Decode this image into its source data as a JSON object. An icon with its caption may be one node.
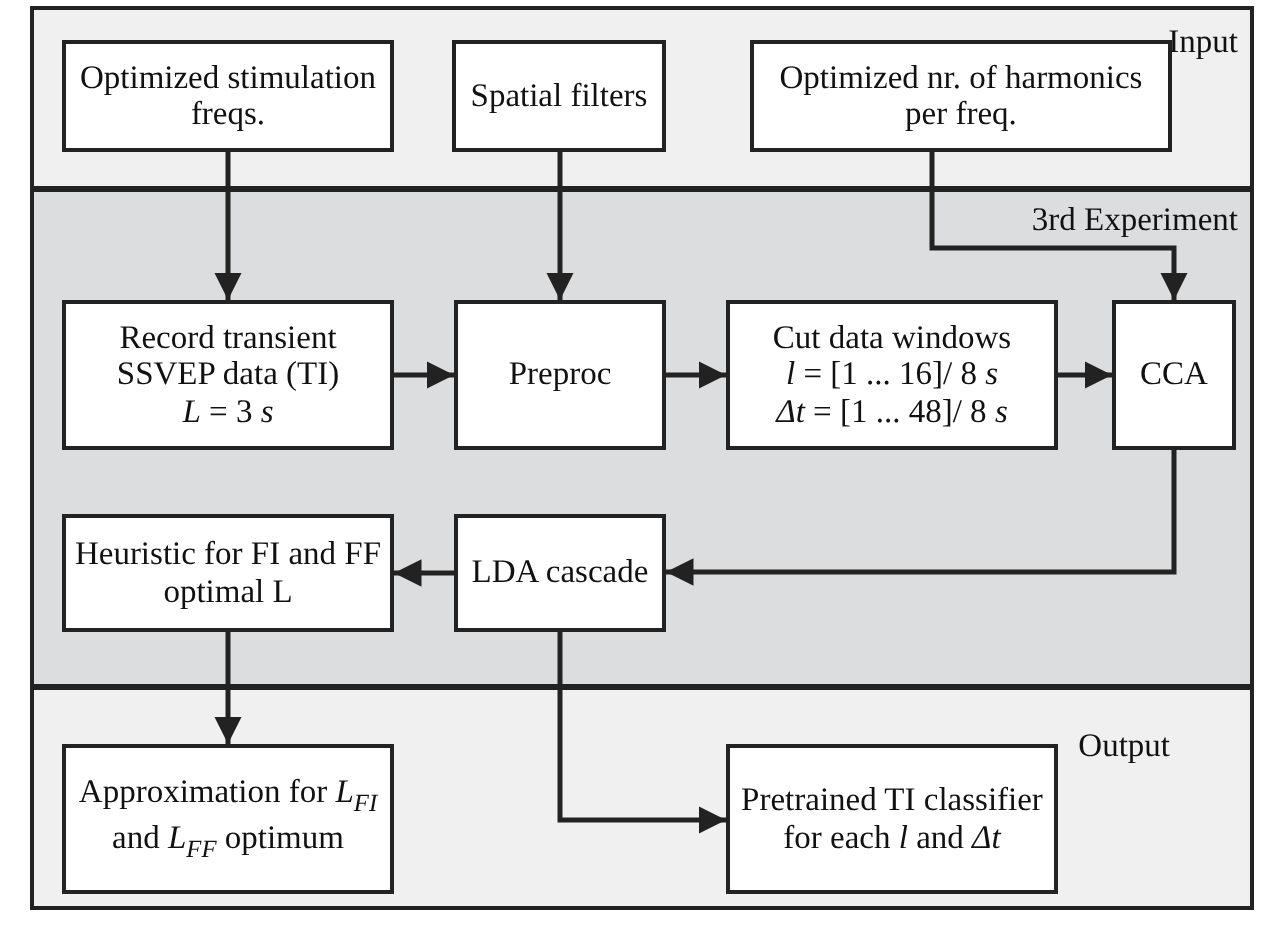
{
  "diagram": {
    "nodes": [
      {
        "text": [
          "Input"
        ]
      },
      {
        "text": [
          "Optimized stimulation freqs."
        ],
        "in": 0
      },
      {
        "text": [
          "Spatial filters"
        ],
        "in": 0
      },
      {
        "text": [
          "Optimized nr. of harmonics per freq."
        ],
        "in": 0
      },
      {
        "text": [
          "3rd Experiment"
        ]
      },
      {
        "text": [
          "Record transient SSVEP data (TI)",
          "*L* =  3 *s*"
        ],
        "in": 4
      },
      {
        "text": [
          "Preproc"
        ],
        "in": 4
      },
      {
        "text": [
          "Cut data windows",
          "*l* =  [1 ... 16]/ 8 *s*",
          "*Δt* =  [1 ... 48]/ 8 *s*"
        ],
        "in": 4
      },
      {
        "text": [
          "CCA"
        ],
        "in": 4
      },
      {
        "text": [
          "Heuristic for FI and FF optimal L"
        ],
        "in": 4
      },
      {
        "text": [
          "LDA cascade"
        ],
        "in": 4
      },
      {
        "text": [
          "Output"
        ]
      },
      {
        "text": [
          "Approximation for *L*$_{FI}$ and *L*$_{FF}$ optimum"
        ],
        "in": 11
      },
      {
        "text": [
          "Pretrained TI classifier for each *l* and *Δt*"
        ],
        "in": 11
      }
    ],
    "edges": [
      {
        "from": 1,
        "to": 5,
        "arrow": "to"
      },
      {
        "from": 2,
        "to": 6,
        "arrow": "to"
      },
      {
        "from": 3,
        "to": 8,
        "arrow": "to"
      },
      {
        "from": 5,
        "to": 6,
        "arrow": "to"
      },
      {
        "from": 6,
        "to": 7,
        "arrow": "to"
      },
      {
        "from": 7,
        "to": 8,
        "arrow": "to"
      },
      {
        "from": 8,
        "to": 10,
        "arrow": "to"
      },
      {
        "from": 10,
        "to": 9,
        "arrow": "to"
      },
      {
        "from": 9,
        "to": 12,
        "arrow": "to"
      },
      {
        "from": 10,
        "to": 13,
        "arrow": "to"
      }
    ]
  }
}
